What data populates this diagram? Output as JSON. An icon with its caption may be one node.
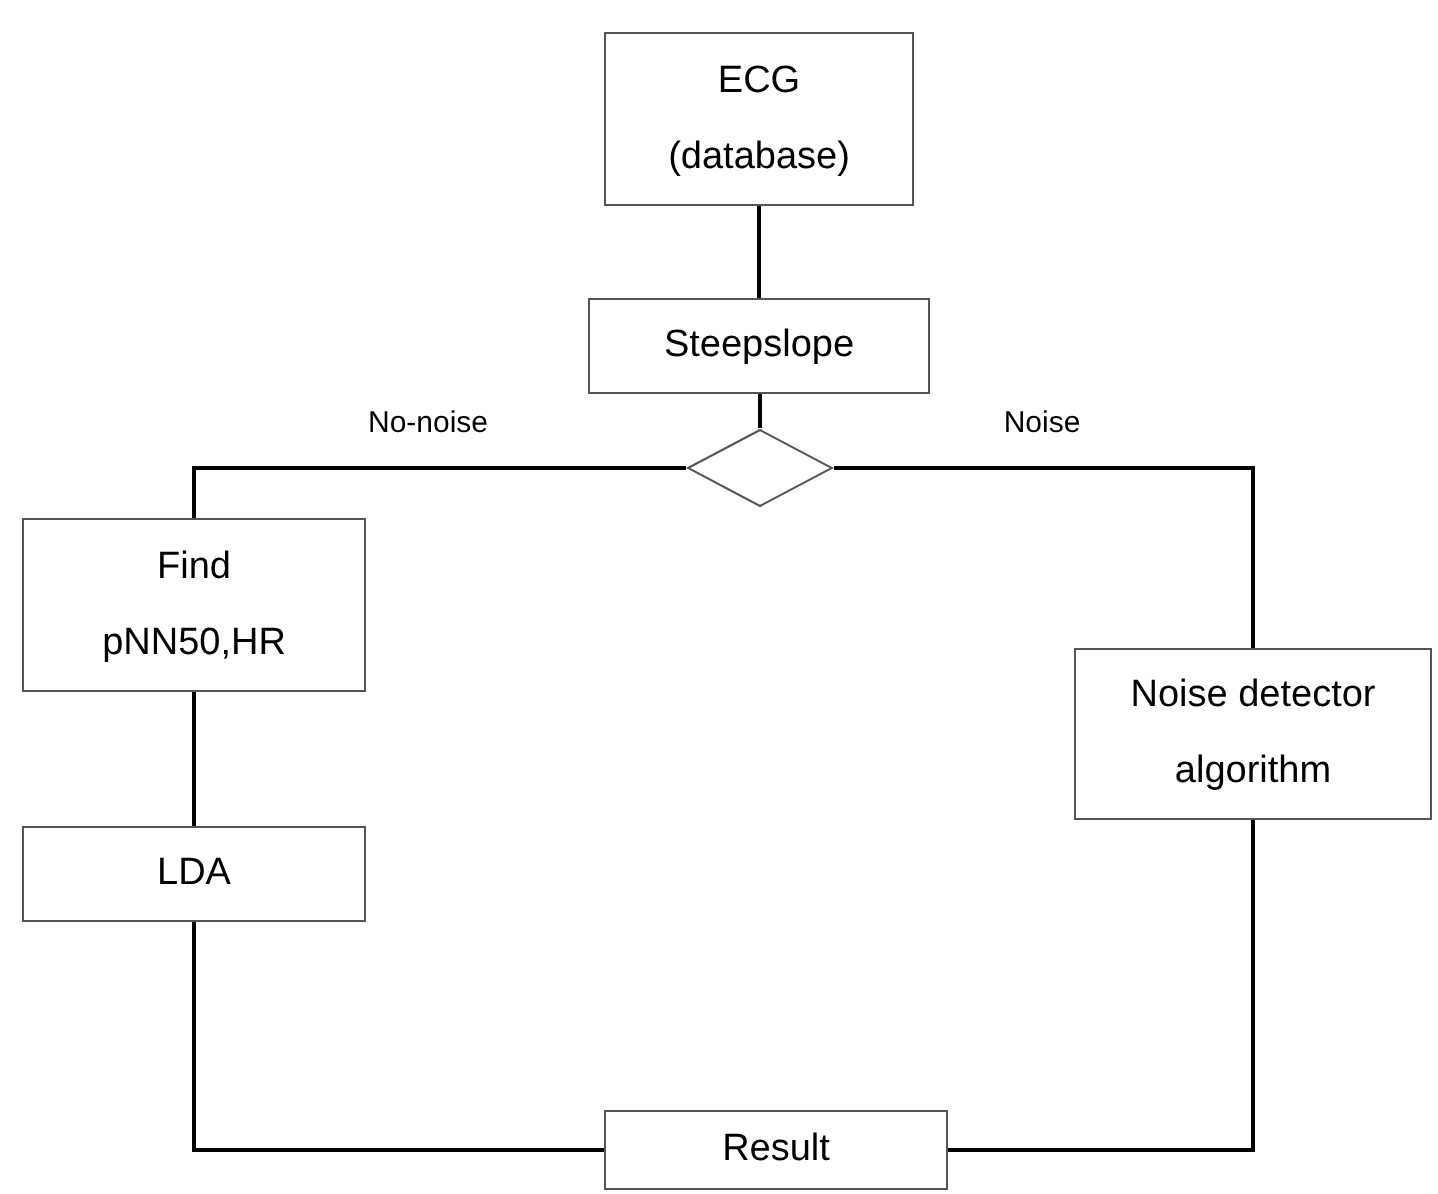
{
  "diagram": {
    "nodes": [
      {
        "text": [
          "ECG (database)"
        ]
      },
      {
        "text": [
          "Steepslope"
        ]
      },
      {
        "text": [],
        "shape": "diamond"
      },
      {
        "text": [
          "Find pNN50,HR"
        ]
      },
      {
        "text": [
          "Noise detector algorithm"
        ]
      },
      {
        "text": [
          "LDA"
        ]
      },
      {
        "text": [
          "Result"
        ]
      }
    ],
    "edges": [
      {
        "from": 0,
        "to": 1,
        "arrow": "none"
      },
      {
        "from": 1,
        "to": 2,
        "arrow": "none"
      },
      {
        "from": 2,
        "to": 3,
        "arrow": "none",
        "label": "No-noise"
      },
      {
        "from": 2,
        "to": 4,
        "arrow": "none",
        "label": "Noise"
      },
      {
        "from": 3,
        "to": 5,
        "arrow": "none"
      },
      {
        "from": 5,
        "to": 6,
        "arrow": "none"
      },
      {
        "from": 4,
        "to": 6,
        "arrow": "none"
      }
    ]
  }
}
